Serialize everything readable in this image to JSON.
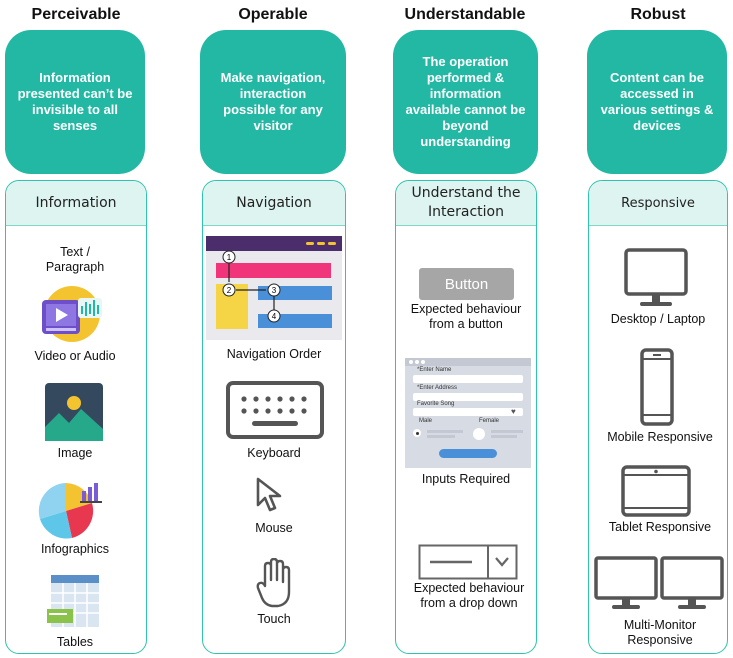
{
  "columns": {
    "perceivable": {
      "title": "Perceivable",
      "description": "Information presented can’t be invisible to all senses",
      "panel_header": "Information",
      "items": [
        {
          "label": "Text / Paragraph",
          "icon": "text-paragraph-icon"
        },
        {
          "label": "Video or Audio",
          "icon": "video-audio-icon"
        },
        {
          "label": "Image",
          "icon": "image-icon"
        },
        {
          "label": "Infographics",
          "icon": "infographics-icon"
        },
        {
          "label": "Tables",
          "icon": "tables-icon"
        }
      ]
    },
    "operable": {
      "title": "Operable",
      "description": "Make navigation, interaction possible for any visitor",
      "panel_header": "Navigation",
      "items": [
        {
          "label": "Navigation Order",
          "icon": "navigation-order-icon"
        },
        {
          "label": "Keyboard",
          "icon": "keyboard-icon"
        },
        {
          "label": "Mouse",
          "icon": "mouse-pointer-icon"
        },
        {
          "label": "Touch",
          "icon": "hand-touch-icon"
        }
      ],
      "nav_steps": [
        "1",
        "2",
        "3",
        "4"
      ]
    },
    "understandable": {
      "title": "Understandable",
      "description": "The operation performed & information available cannot be beyond understanding",
      "panel_header": "Understand the Interaction",
      "button_demo_label": "Button",
      "form_fields": [
        "*Enter Name",
        "*Enter Address",
        "Favorite Song"
      ],
      "gender_options": [
        "Male",
        "Female"
      ],
      "items": [
        {
          "label": "Expected behaviour from a button",
          "icon": "button-icon"
        },
        {
          "label": "Inputs Required",
          "icon": "form-icon"
        },
        {
          "label": "Expected behaviour from a drop down",
          "icon": "dropdown-icon"
        }
      ]
    },
    "robust": {
      "title": "Robust",
      "description": "Content can be accessed in various settings & devices",
      "panel_header": "Responsive",
      "items": [
        {
          "label": "Desktop / Laptop",
          "icon": "desktop-icon"
        },
        {
          "label": "Mobile Responsive",
          "icon": "mobile-icon"
        },
        {
          "label": "Tablet Responsive",
          "icon": "tablet-icon"
        },
        {
          "label": "Multi-Monitor Responsive",
          "icon": "multi-monitor-icon"
        }
      ]
    }
  },
  "colors": {
    "teal": "#23b8a3",
    "panel_header_bg": "#ddf4f1",
    "pink": "#f0357a",
    "blue": "#4a90d9",
    "yellow": "#f5d546",
    "purple": "#4b2d6b",
    "gray_icon": "#555555"
  }
}
